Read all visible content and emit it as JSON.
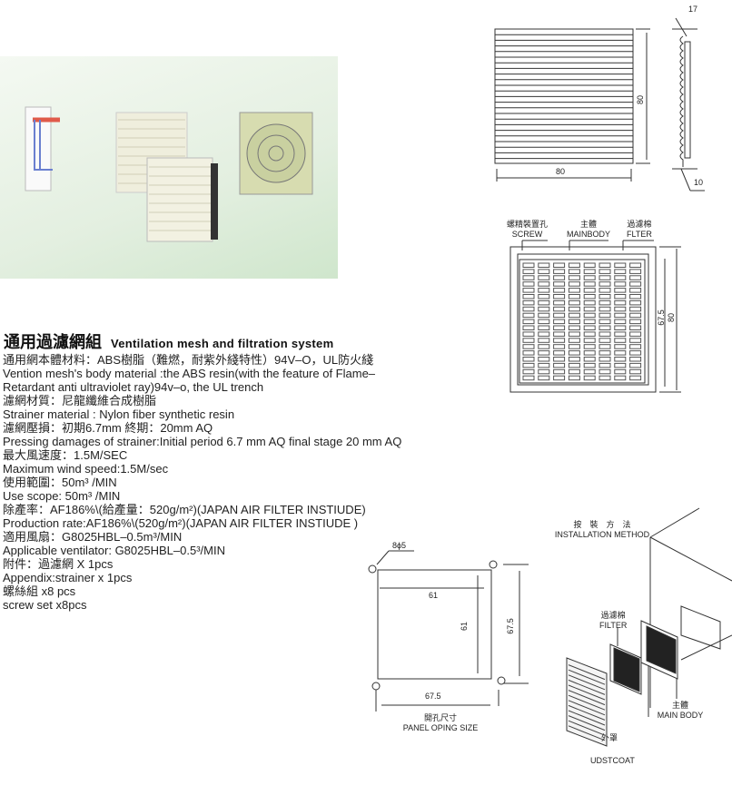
{
  "title": {
    "zh": "通用過濾網組",
    "en": "Ventilation mesh and filtration system"
  },
  "specs": [
    "通用網本體材料：ABS樹脂（難燃，耐紫外綫特性）94V–O，UL防火綫",
    "Vention mesh's body material :the ABS resin(with the feature of Flame–",
    "Retardant anti ultraviolet ray)94v–o, the UL trench",
    "濾網材質：尼龍纖維合成樹脂",
    "Strainer material : Nylon fiber synthetic resin",
    "濾網壓損：初期6.7mm 終期：20mm AQ",
    "Pressing damages of strainer:Initial period 6.7 mm AQ final stage 20 mm AQ",
    "最大風速度：1.5M/SEC",
    "Maximum wind speed:1.5M/sec",
    "使用範圍：50m³ /MIN",
    "Use scope: 50m³ /MIN",
    "除產率：AF186%\\(給產量：520g/m²)(JAPAN AIR FILTER INSTIUDE)",
    "Production rate:AF186%\\(520g/m²)(JAPAN AIR FILTER INSTIUDE )",
    "適用風扇：G8025HBL–0.5m³/MIN",
    "Applicable ventilator: G8025HBL–0.5³/MIN",
    "附件：過濾網 X 1pcs",
    "Appendix:strainer x 1pcs",
    "螺絲組 x8 pcs",
    "screw set x8pcs"
  ],
  "grille_drawing": {
    "width": "80",
    "height": "80",
    "depth_top": "17",
    "depth_bottom": "10"
  },
  "front_drawing": {
    "screw_zh": "螺精裝置孔",
    "screw_en": "SCREW",
    "body_zh": "主體",
    "body_en": "MAINBODY",
    "filter_zh": "過濾棉",
    "filter_en": "FLTER",
    "dim_inner": "67.5",
    "dim_outer": "80"
  },
  "panel_drawing": {
    "holes": "8ϕ5",
    "inner_h": "61",
    "inner_v": "61",
    "outer_v": "67.5",
    "outer_h": "67.5",
    "caption_zh": "開孔尺寸",
    "caption_en": "PANEL OPING SIZE"
  },
  "install": {
    "title_zh": "按　裝　方　法",
    "title_en": "INSTALLATION METHOD",
    "filter_zh": "過濾棉",
    "filter_en": "FILTER",
    "body_zh": "主體",
    "body_en": "MAIN BODY",
    "coat_zh": "外罩",
    "coat_en": "UDSTCOAT"
  }
}
